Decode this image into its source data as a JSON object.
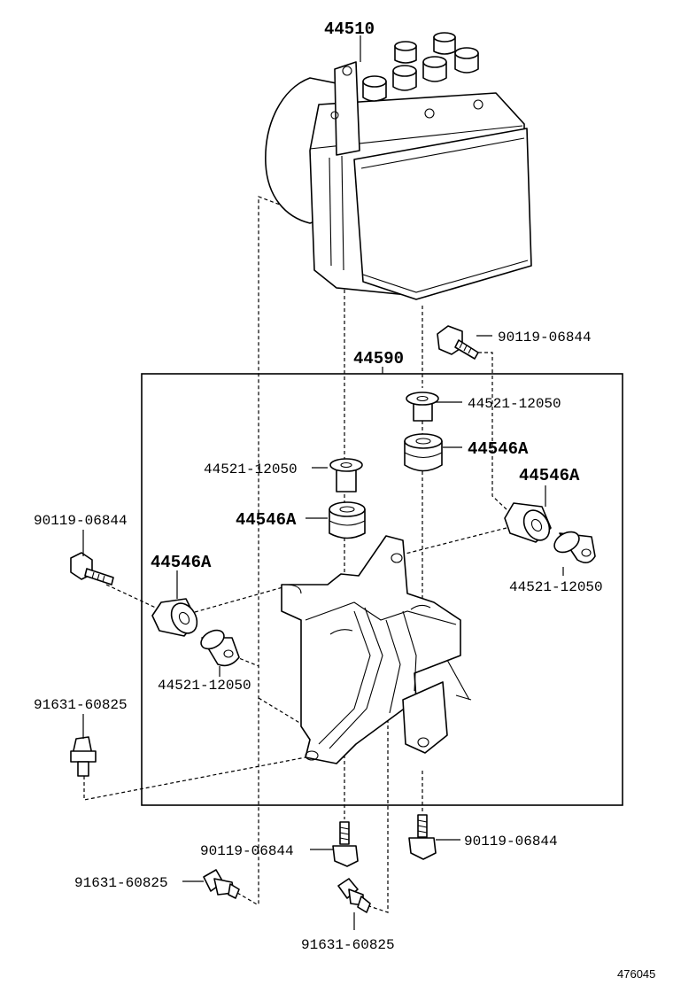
{
  "labels": {
    "actuator": "44510",
    "bracket_assy": "44590",
    "bolt_top_right": "90119-06844",
    "collar_top": "44521-12050",
    "cushion_top": "44546A",
    "collar_mid": "44521-12050",
    "cushion_mid": "44546A",
    "cushion_right": "44546A",
    "collar_right": "44521-12050",
    "bolt_left": "90119-06844",
    "cushion_left": "44546A",
    "collar_left": "44521-12050",
    "screw_left": "91631-60825",
    "bolt_bottom_mid": "90119-06844",
    "bolt_bottom_right": "90119-06844",
    "screw_bottom_left": "91631-60825",
    "screw_bottom_mid": "91631-60825"
  },
  "illustration_id": "476045"
}
